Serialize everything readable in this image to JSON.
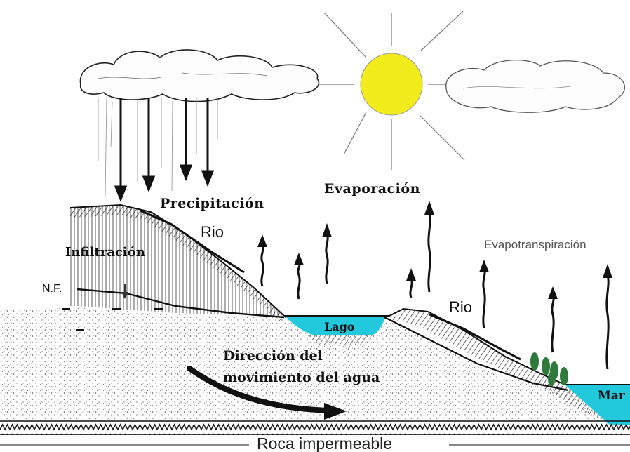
{
  "labels": {
    "precipitacion": "Precipitación",
    "evaporacion": "Evaporación",
    "infiltracion": "Infiltración",
    "rio_left": "Rio",
    "evapotranspiracion": "Evapotranspiración",
    "nivel_freatico": "N.F.",
    "rio_right": "Rio",
    "lago": "Lago",
    "direccion_line1": "Dirección del",
    "direccion_line2": "movimiento del agua",
    "mar": "Mar",
    "roca": "Roca impermeable"
  },
  "colors": {
    "sun": "#f2ec1c",
    "water": "#22c8dc",
    "trees": "#2f7a3a",
    "ink": "#111111"
  },
  "icons": {
    "sun": "sun-icon",
    "cloud": "cloud-icon",
    "arrow_up": "arrow-up-icon",
    "arrow_down": "arrow-down-icon",
    "tree": "tree-icon"
  }
}
